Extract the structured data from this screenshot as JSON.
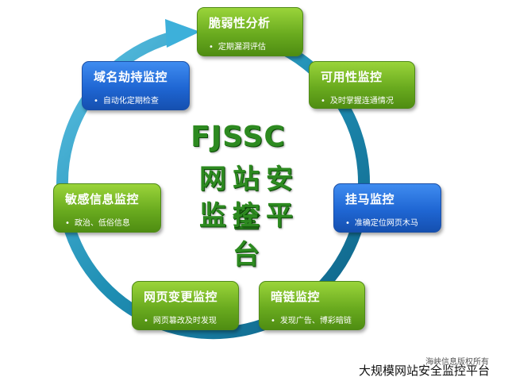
{
  "center": {
    "brand": "FJSSC",
    "line1": "网站安全",
    "line2": "监控平台"
  },
  "modules": [
    {
      "title": "脆弱性分析",
      "desc": "定期漏洞评估",
      "color": "green"
    },
    {
      "title": "可用性监控",
      "desc": "及时掌握连通情况",
      "color": "green"
    },
    {
      "title": "挂马监控",
      "desc": "准确定位网页木马",
      "color": "blue"
    },
    {
      "title": "暗链监控",
      "desc": "发现广告、博彩暗链",
      "color": "green"
    },
    {
      "title": "网页变更监控",
      "desc": "网页篡改及时发现",
      "color": "green"
    },
    {
      "title": "敏感信息监控",
      "desc": "政治、低俗信息",
      "color": "green"
    },
    {
      "title": "域名劫持监控",
      "desc": "自动化定期检查",
      "color": "blue"
    }
  ],
  "bullet": "•",
  "watermark": "海峡信息版权所有",
  "caption": "大规模网站安全监控平台",
  "colors": {
    "ring": "#1f8fb4",
    "green_box": "#6aab1f",
    "blue_box": "#1f66d3",
    "center_text": "#2d8a20"
  }
}
